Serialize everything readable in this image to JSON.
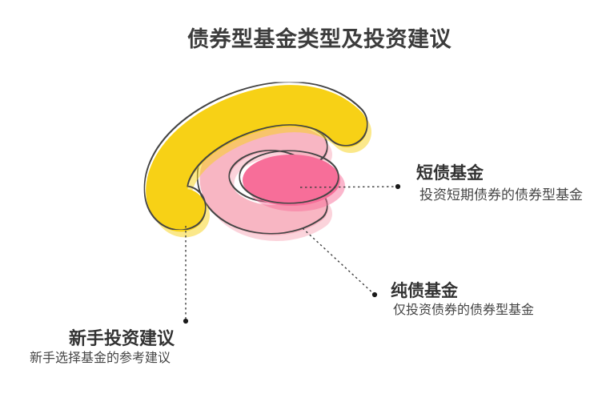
{
  "title": "债券型基金类型及投资建议",
  "colors": {
    "outline": "#444444",
    "connector": "#3f3f3f",
    "dot": "#1a1a1a",
    "title_text": "#3c3c3c",
    "label_text": "#333333",
    "sublabel_text": "#454545",
    "background": "#ffffff"
  },
  "shapes": [
    {
      "id": "outer-ring",
      "form": "open-ring-C",
      "color": "#F7D116",
      "linked_label": "新手投资建议"
    },
    {
      "id": "middle-ring",
      "form": "open-ring-C",
      "color": "#F8B6C3",
      "linked_label": "纯债基金"
    },
    {
      "id": "inner-oval",
      "form": "ellipse",
      "color": "#F76E99",
      "linked_label": "短债基金"
    }
  ],
  "labels": {
    "short_bond": {
      "title": "短债基金",
      "desc": "投资短期债券的债券型基金"
    },
    "pure_bond": {
      "title": "纯债基金",
      "desc": "仅投资债券的债券型基金"
    },
    "beginner": {
      "title": "新手投资建议",
      "desc": "新手选择基金的参考建议"
    }
  }
}
